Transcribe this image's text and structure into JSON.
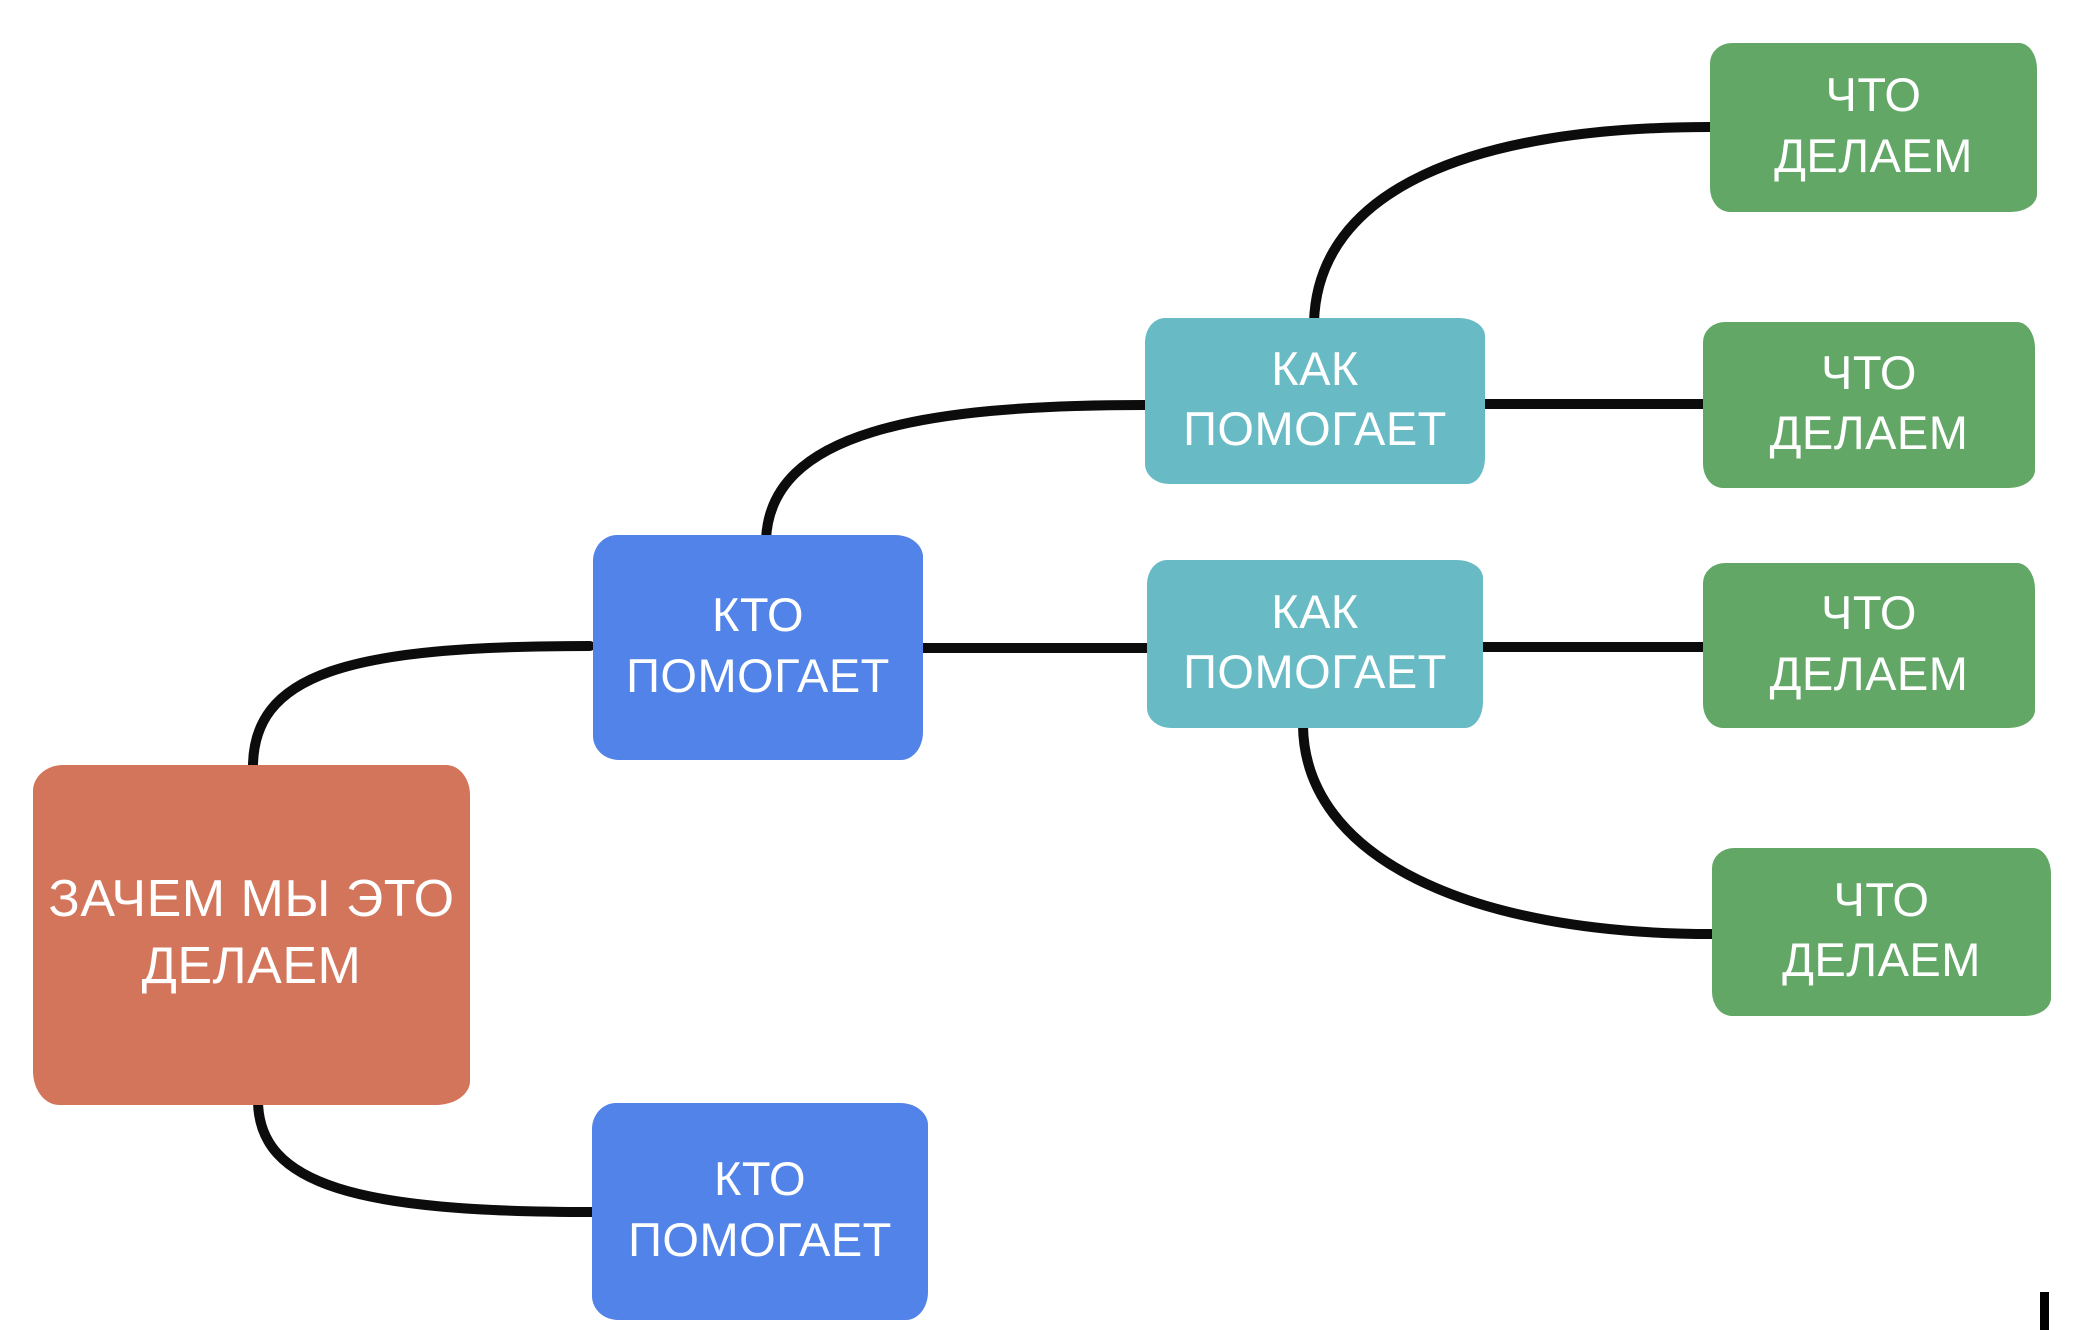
{
  "diagram": {
    "title": "mind map: why / who / how / what",
    "background_color": "#ffffff",
    "edge_color": "#0c0c0c",
    "text_color": "#ffffff",
    "nodes": [
      {
        "id": "why-root",
        "label": "ЗАЧЕМ МЫ ЭТО\nДЕЛАЕМ",
        "color": "#d2755b",
        "level": "root"
      },
      {
        "id": "who-helps-top",
        "label": "КТО\nПОМОГАЕТ",
        "color": "#5283e8",
        "level": "who"
      },
      {
        "id": "who-helps-bottom",
        "label": "КТО\nПОМОГАЕТ",
        "color": "#5283e8",
        "level": "who"
      },
      {
        "id": "how-helps-upper",
        "label": "КАК\nПОМОГАЕТ",
        "color": "#68bbc5",
        "level": "how"
      },
      {
        "id": "how-helps-lower",
        "label": "КАК\nПОМОГАЕТ",
        "color": "#68bbc5",
        "level": "how"
      },
      {
        "id": "what-we-do-1",
        "label": "ЧТО\nДЕЛАЕМ",
        "color": "#62a766",
        "level": "what"
      },
      {
        "id": "what-we-do-2",
        "label": "ЧТО\nДЕЛАЕМ",
        "color": "#62a766",
        "level": "what"
      },
      {
        "id": "what-we-do-3",
        "label": "ЧТО\nДЕЛАЕМ",
        "color": "#62a766",
        "level": "what"
      },
      {
        "id": "what-we-do-4",
        "label": "ЧТО\nДЕЛАЕМ",
        "color": "#62a766",
        "level": "what"
      }
    ],
    "edges": [
      {
        "from": "why-root",
        "to": "who-helps-top",
        "shape": "curve-up-right"
      },
      {
        "from": "why-root",
        "to": "who-helps-bottom",
        "shape": "curve-down-right"
      },
      {
        "from": "who-helps-top",
        "to": "how-helps-upper",
        "shape": "curve-up-right"
      },
      {
        "from": "who-helps-top",
        "to": "how-helps-lower",
        "shape": "straight"
      },
      {
        "from": "how-helps-upper",
        "to": "what-we-do-1",
        "shape": "curve-up-right"
      },
      {
        "from": "how-helps-upper",
        "to": "what-we-do-2",
        "shape": "straight"
      },
      {
        "from": "how-helps-lower",
        "to": "what-we-do-3",
        "shape": "straight"
      },
      {
        "from": "how-helps-lower",
        "to": "what-we-do-4",
        "shape": "curve-down-right"
      }
    ],
    "caret_mark": {
      "glyph": "|",
      "color": "#000000"
    }
  }
}
